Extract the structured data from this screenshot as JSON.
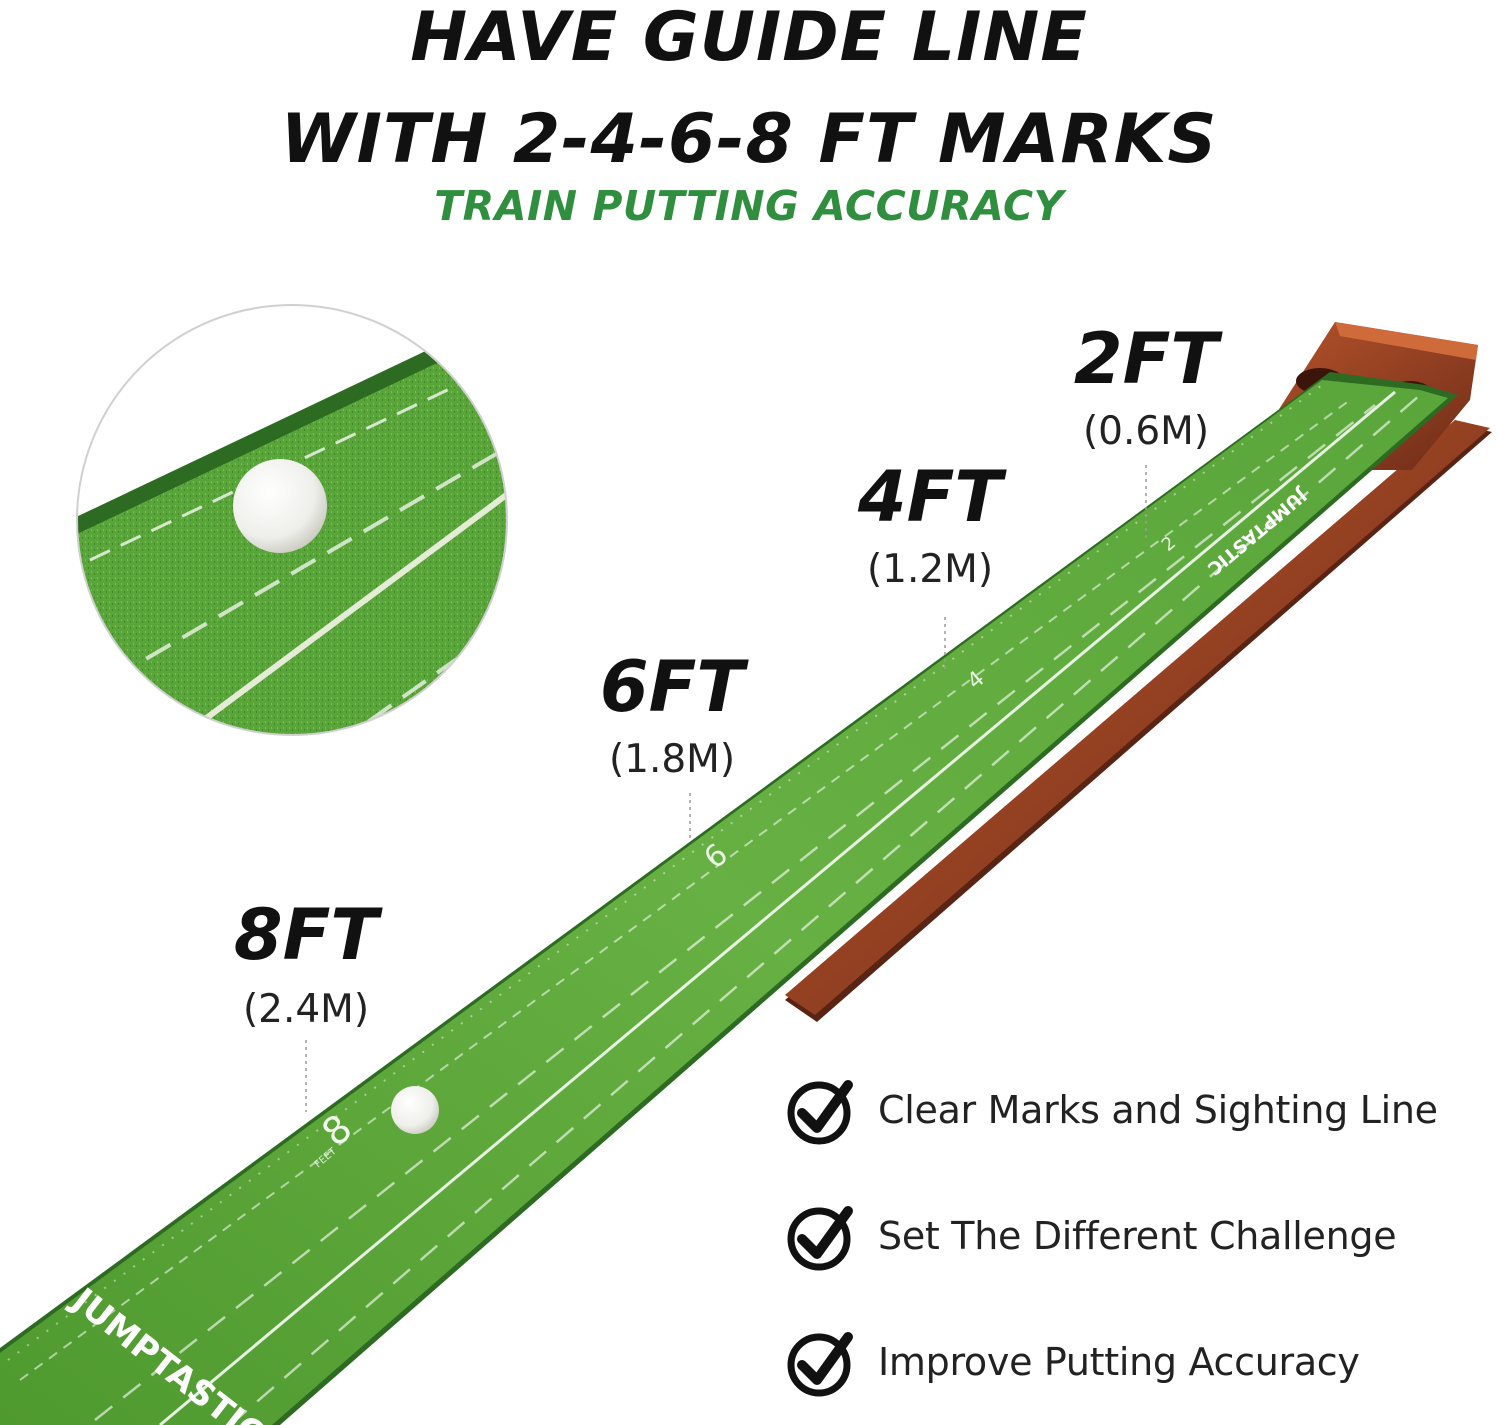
{
  "headline": {
    "line1": "HAVE GUIDE LINE",
    "line2": "WITH 2-4-6-8 FT MARKS",
    "subtitle": "TRAIN PUTTING ACCURACY"
  },
  "distances": [
    {
      "feet": "2FT",
      "meters": "(0.6M)",
      "mat_number": "2"
    },
    {
      "feet": "4FT",
      "meters": "(1.2M)",
      "mat_number": "4"
    },
    {
      "feet": "6FT",
      "meters": "(1.8M)",
      "mat_number": "6"
    },
    {
      "feet": "8FT",
      "meters": "(2.4M)",
      "mat_number": "8"
    }
  ],
  "mat": {
    "brand": "JUMPTASTIC",
    "unit": "FEET"
  },
  "features": [
    {
      "text": "Clear Marks and Sighting Line",
      "icon": "check-circle-icon"
    },
    {
      "text": "Set The Different Challenge",
      "icon": "check-circle-icon"
    },
    {
      "text": "Improve Putting Accuracy",
      "icon": "check-circle-icon"
    }
  ],
  "colors": {
    "accent_green": "#2f8f3e",
    "turf": "#5fa83a",
    "wood": "#8b3a22"
  }
}
